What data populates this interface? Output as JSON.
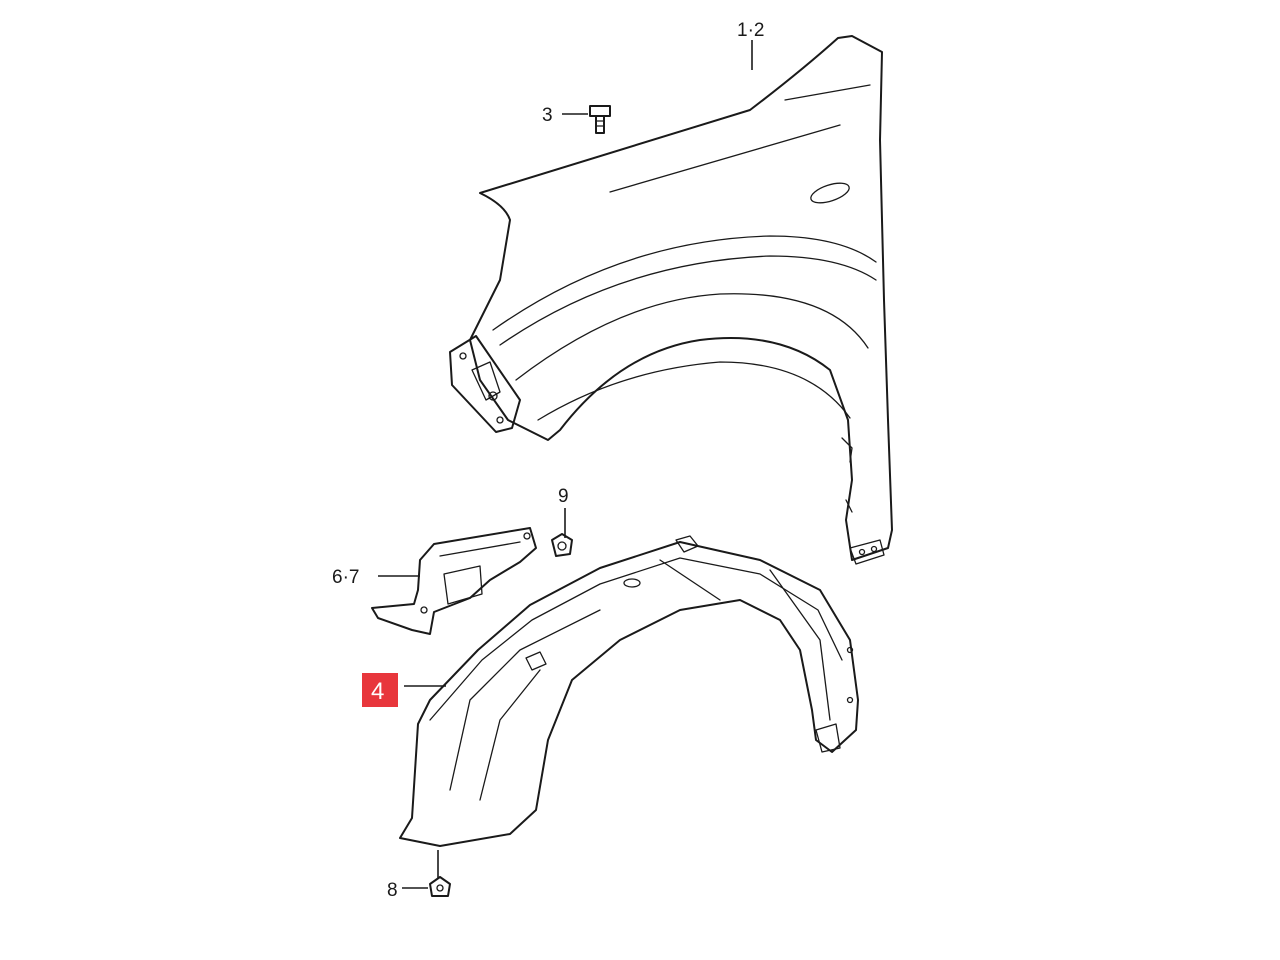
{
  "callouts": [
    {
      "id": "1-2",
      "text": "1·2",
      "highlighted": false
    },
    {
      "id": "3",
      "text": "3",
      "highlighted": false
    },
    {
      "id": "9",
      "text": "9",
      "highlighted": false
    },
    {
      "id": "6-7",
      "text": "6·7",
      "highlighted": false
    },
    {
      "id": "4",
      "text": "4",
      "highlighted": true
    },
    {
      "id": "8",
      "text": "8",
      "highlighted": false
    }
  ],
  "colors": {
    "line": "#1a1a1a",
    "highlight": "#e8363c",
    "background": "#ffffff"
  }
}
